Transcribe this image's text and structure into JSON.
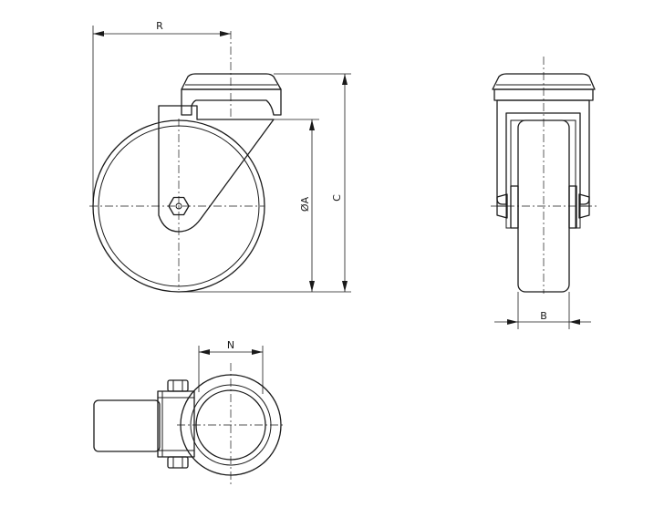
{
  "drawing": {
    "dimension_labels": {
      "radius": "R",
      "wheel_diameter": "ØA",
      "overall_height": "C",
      "wheel_width": "B",
      "offset": "N"
    }
  },
  "colors": {
    "line": "#1a1a1a",
    "background": "#ffffff"
  }
}
